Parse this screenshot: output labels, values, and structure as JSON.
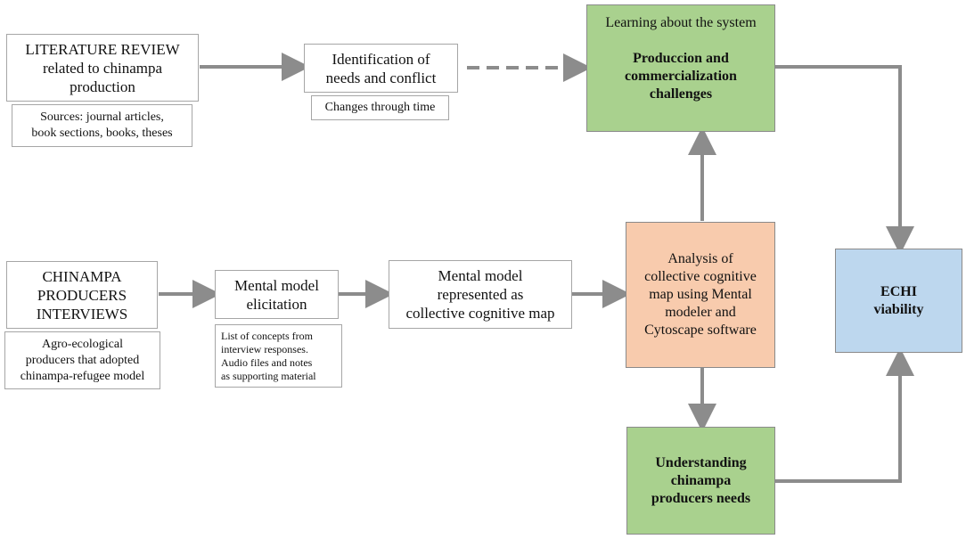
{
  "literature_review": {
    "lines": [
      "LITERATURE REVIEW",
      "related to chinampa",
      "production"
    ],
    "sources": [
      "Sources: journal articles,",
      "book sections, books, theses"
    ]
  },
  "identification": {
    "lines": [
      "Identification of",
      "needs and conflict"
    ],
    "note": "Changes through time"
  },
  "learning": {
    "title": "Learning about the system",
    "lines": [
      "Produccion and",
      "commercialization",
      "challenges"
    ]
  },
  "interviews": {
    "lines": [
      "CHINAMPA",
      "PRODUCERS",
      "INTERVIEWS"
    ],
    "note": [
      "Agro-ecological",
      "producers that adopted",
      "chinampa-refugee model"
    ]
  },
  "elicitation": {
    "lines": [
      "Mental model",
      "elicitation"
    ],
    "note": [
      "List of concepts from",
      "interview responses.",
      "Audio files and notes",
      "as supporting material"
    ]
  },
  "mental_model": {
    "lines": [
      "Mental model",
      "represented as",
      "collective cognitive map"
    ]
  },
  "analysis": {
    "lines": [
      "Analysis of",
      "collective cognitive",
      "map using Mental",
      "modeler and",
      "Cytoscape software"
    ]
  },
  "echi": {
    "lines": [
      "ECHI",
      "viability"
    ]
  },
  "understanding": {
    "lines": [
      "Understanding",
      "chinampa",
      "producers needs"
    ]
  },
  "colors": {
    "green": "#a9d18e",
    "salmon": "#f8cbad",
    "blue": "#bdd7ee",
    "arrow": "#8c8c8c",
    "border": "#a6a6a6"
  }
}
